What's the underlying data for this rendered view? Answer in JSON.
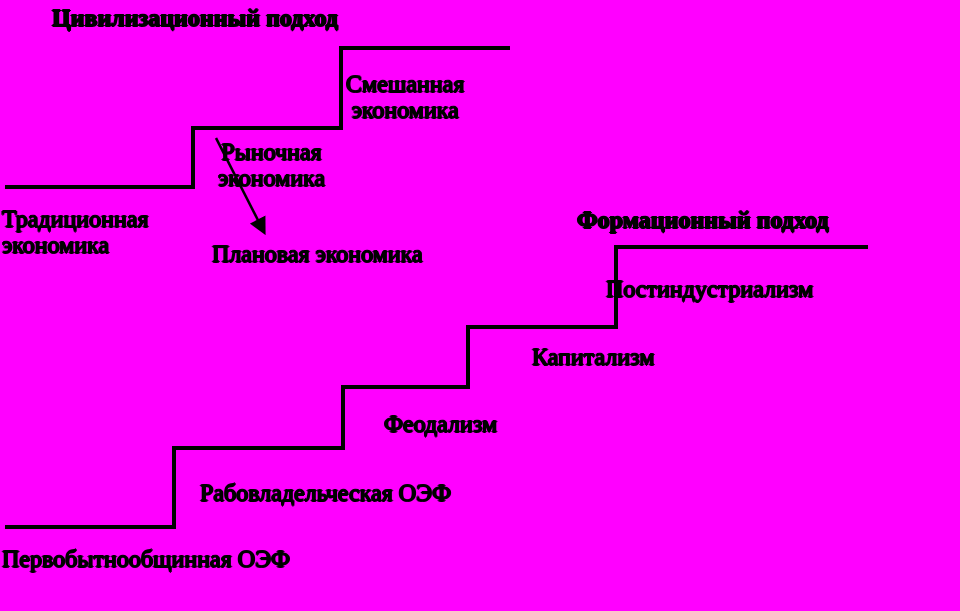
{
  "colors": {
    "background": "#ff00ff",
    "ink": "#000000"
  },
  "civilizational": {
    "title": "Цивилизационный подход",
    "steps": {
      "traditional": [
        "Традиционная",
        "экономика"
      ],
      "market": [
        "Рыночная",
        "экономика"
      ],
      "mixed": [
        "Смешанная",
        "экономика"
      ],
      "planned": "Плановая экономика"
    }
  },
  "formational": {
    "title": "Формационный подход",
    "steps": {
      "primitive": "Первобытнообщинная ОЭФ",
      "slave": "Рабовладельческая ОЭФ",
      "feudalism": "Феодализм",
      "capitalism": "Капитализм",
      "postindustrial": "Постиндустриализм"
    }
  }
}
